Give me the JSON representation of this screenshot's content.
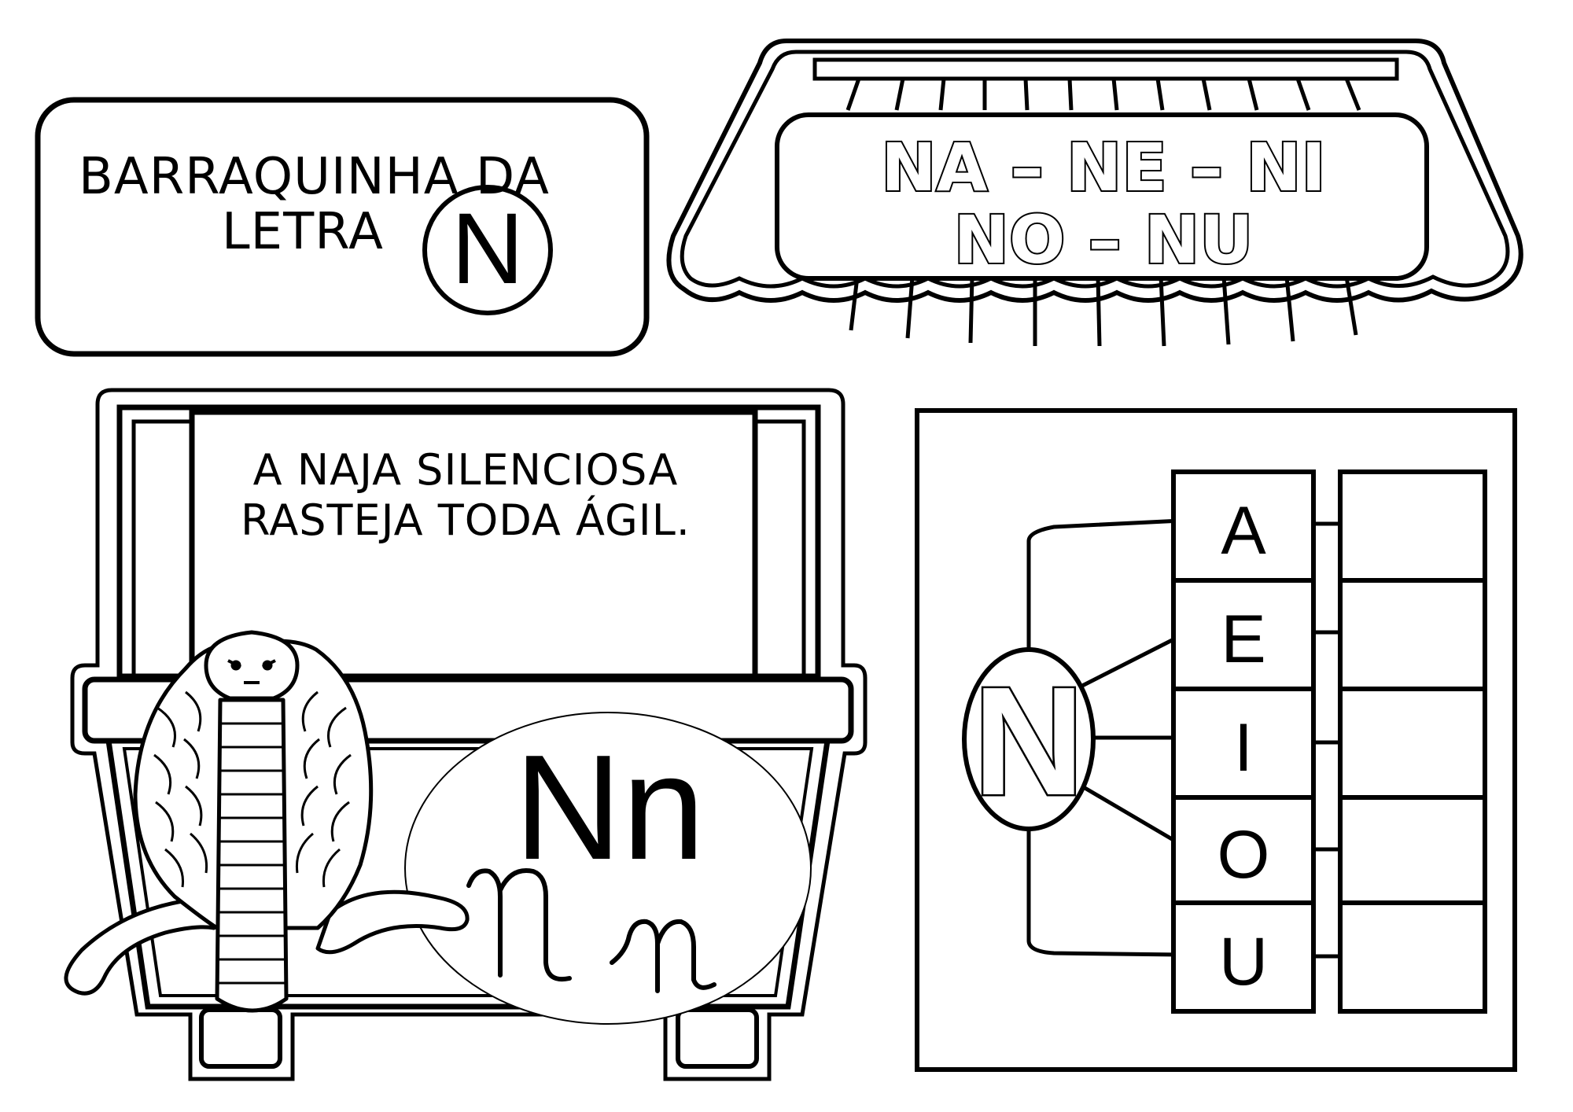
{
  "title_card": {
    "line1": "BARRAQUINHA DA",
    "line2": "LETRA",
    "letter": "N"
  },
  "awning": {
    "line1": "NA – NE – NI",
    "line2": "NO – NU"
  },
  "stand": {
    "sentence_line1": "A NAJA SILENCIOSA",
    "sentence_line2": "RASTEJA TODA ÁGIL.",
    "print_letters": "Nn",
    "cursive_letters": "Nn",
    "illustration": "cobra-icon"
  },
  "syllable_chart": {
    "consonant": "N",
    "vowels": [
      "A",
      "E",
      "I",
      "O",
      "U"
    ]
  },
  "colors": {
    "line": "#000000",
    "paper": "#ffffff"
  }
}
